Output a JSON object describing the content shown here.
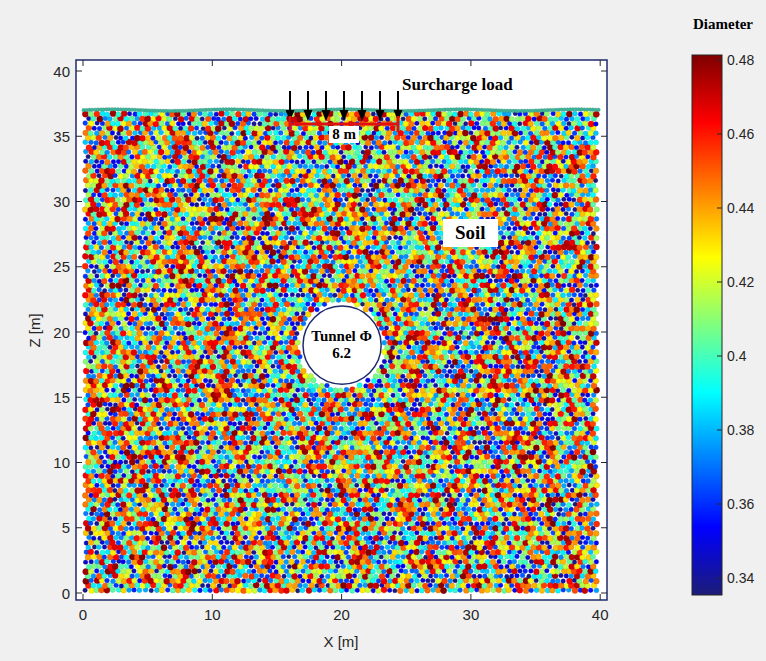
{
  "diagram": {
    "nodes": [
      {
        "text": [
          "Tunnel Φ 6.2"
        ]
      },
      {
        "text": [
          "Soil"
        ]
      }
    ],
    "labels": [
      "Surcharge load",
      "8 m",
      "Z [m]",
      "X [m]",
      "0",
      "10",
      "20",
      "30",
      "40",
      "0",
      "5",
      "10",
      "15",
      "20",
      "25",
      "30",
      "35",
      "40",
      "Diameter",
      "0.48",
      "0.46",
      "0.44",
      "0.42",
      "0.4",
      "0.38",
      "0.36",
      "0.34"
    ]
  }
}
